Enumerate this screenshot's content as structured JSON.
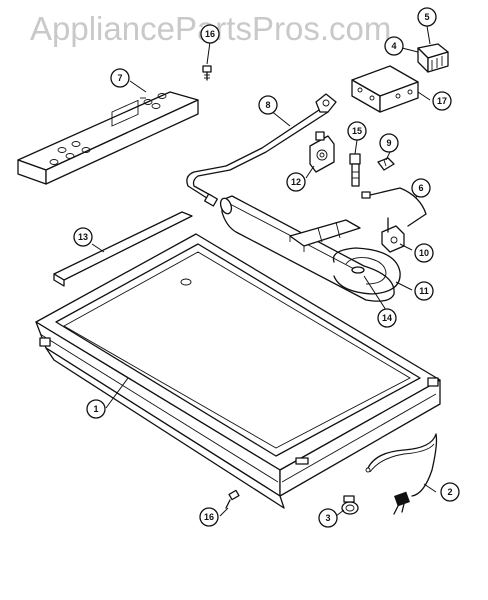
{
  "watermark": "AppliancePartsPros.com",
  "callouts": [
    {
      "key": "c1",
      "label": "1"
    },
    {
      "key": "c2",
      "label": "2"
    },
    {
      "key": "c3",
      "label": "3"
    },
    {
      "key": "c4",
      "label": "4"
    },
    {
      "key": "c5",
      "label": "5"
    },
    {
      "key": "c6",
      "label": "6"
    },
    {
      "key": "c7",
      "label": "7"
    },
    {
      "key": "c8",
      "label": "8"
    },
    {
      "key": "c9",
      "label": "9"
    },
    {
      "key": "c10",
      "label": "10"
    },
    {
      "key": "c11",
      "label": "11"
    },
    {
      "key": "c12",
      "label": "12"
    },
    {
      "key": "c13",
      "label": "13"
    },
    {
      "key": "c14",
      "label": "14"
    },
    {
      "key": "c15",
      "label": "15"
    },
    {
      "key": "c16a",
      "label": "16"
    },
    {
      "key": "c16b",
      "label": "16"
    },
    {
      "key": "c17",
      "label": "17"
    }
  ]
}
